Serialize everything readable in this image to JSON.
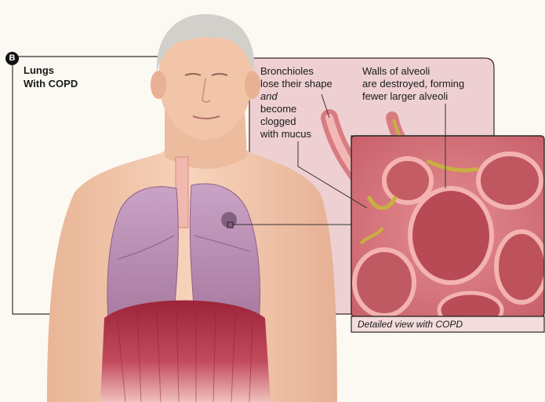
{
  "badge": "B",
  "title": {
    "line1": "Lungs",
    "line2": "With COPD"
  },
  "bronchioles_label": {
    "line1": "Bronchioles",
    "line2": "lose their shape",
    "line3": "and",
    "line4": "become",
    "line5": "clogged",
    "line6": "with mucus"
  },
  "alveoli_label": {
    "line1": "Walls of alveoli",
    "line2": "are destroyed, forming",
    "line3": "fewer larger alveoli"
  },
  "inset_caption": "Detailed view with COPD",
  "colors": {
    "callout_fill": "#eed0d2",
    "callout_stroke": "#3a2a2a",
    "skin": "#f3c6a8",
    "lung": "#b98fb4",
    "diaphragm": "#b0364a",
    "tissue": "#d7787e",
    "mucus": "#c8b040"
  }
}
